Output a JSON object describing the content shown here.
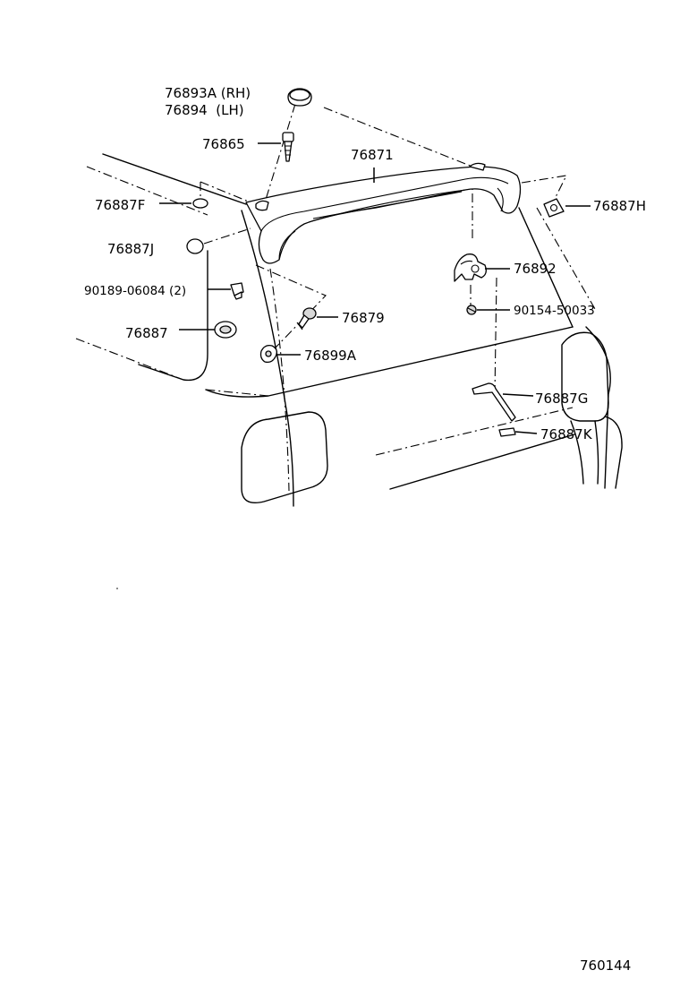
{
  "parts": {
    "p76893a": "76893A (RH)",
    "p76894": "76894  (LH)",
    "p76865": "76865",
    "p76871": "76871",
    "p76887f": "76887F",
    "p76887h": "76887H",
    "p76887j": "76887J",
    "p90189": "90189-06084 (2)",
    "p76892": "76892",
    "p90154": "90154-50033",
    "p76879": "76879",
    "p76887": "76887",
    "p76899a": "76899A",
    "p76887g": "76887G",
    "p76887k": "76887K"
  },
  "diagram_id": "760144"
}
